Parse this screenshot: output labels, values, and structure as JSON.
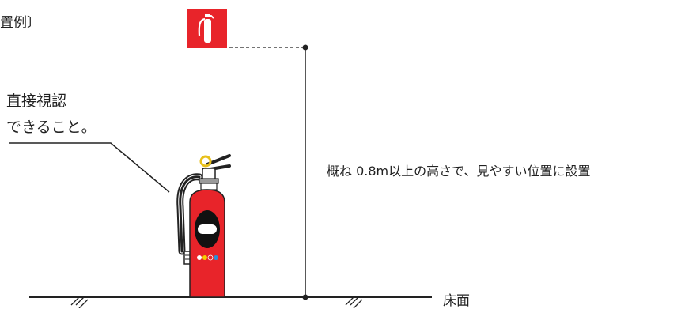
{
  "caption": "置例〕",
  "callout": {
    "line1": "直接視認",
    "line2": "できること。"
  },
  "height_note": "概ね 0.8m以上の高さで、見やすい位置に設置",
  "floor_label": "床面",
  "sign": {
    "icon": "fire-extinguisher-sign-icon",
    "color": "#e8242a"
  },
  "extinguisher": {
    "icon": "fire-extinguisher-icon",
    "body_color": "#e8242a",
    "band_color": "#111111",
    "valve_color": "#e8c01a",
    "dot_colors": [
      "#ffffff",
      "#f4d000",
      "#e8242a",
      "#2a8fd8"
    ]
  },
  "colors": {
    "line": "#222222"
  }
}
